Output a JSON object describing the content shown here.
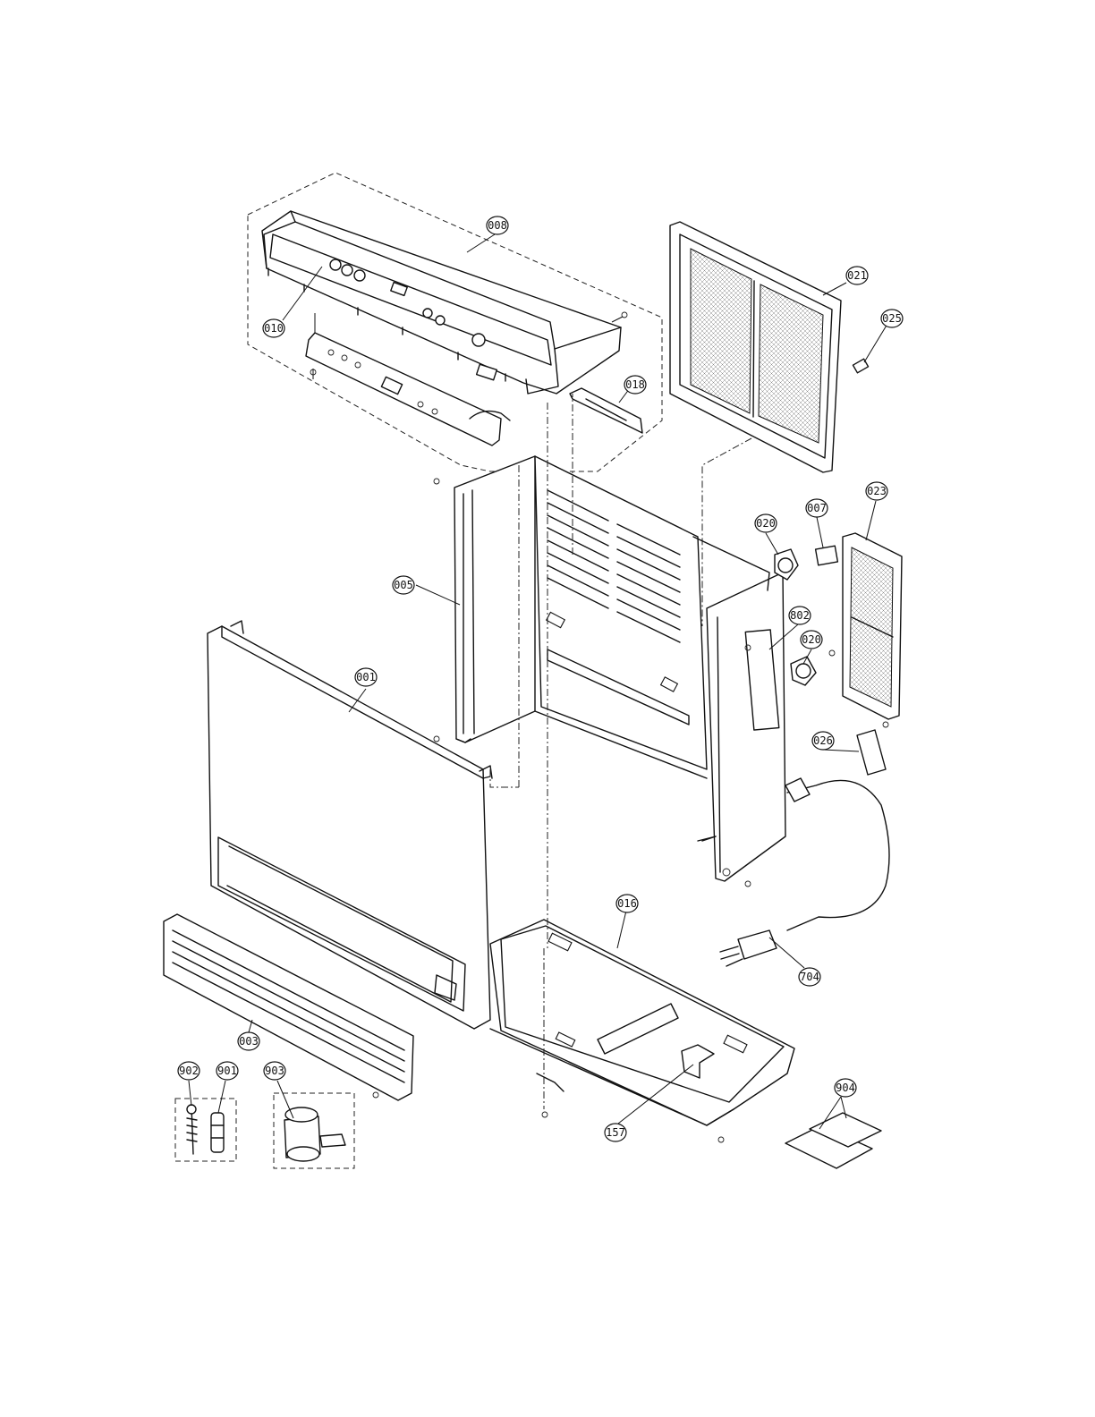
{
  "callouts": {
    "c008": "008",
    "c010": "010",
    "c018": "018",
    "c021": "021",
    "c025": "025",
    "c005": "005",
    "c020a": "020",
    "c007": "007",
    "c023": "023",
    "c802": "802",
    "c020b": "020",
    "c001": "001",
    "c026": "026",
    "c016": "016",
    "c704": "704",
    "c003": "003",
    "c902": "902",
    "c901": "901",
    "c903": "903",
    "c157": "157",
    "c904": "904"
  },
  "colors": {
    "line": "#111111",
    "background": "#ffffff",
    "shade": "#e6e6e6"
  }
}
